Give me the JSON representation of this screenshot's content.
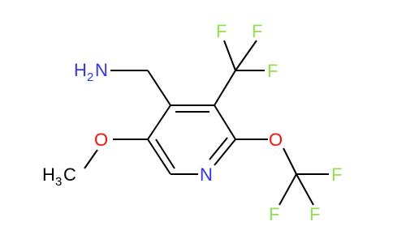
{
  "molecule": {
    "atoms": {
      "nh2_n": "N",
      "nh2_h": "H",
      "nh2_sub": "2",
      "cf3_top_f1": "F",
      "cf3_top_f2": "F",
      "cf3_top_f3": "F",
      "ome_o": "O",
      "ome_c": "C",
      "ome_h": "H",
      "ome_sub": "3",
      "ring_n": "N",
      "ocf3_o": "O",
      "ocf3_f1": "F",
      "ocf3_f2": "F",
      "ocf3_f3": "F"
    },
    "colors": {
      "bond": "#000000",
      "nitrogen": "#3333FF",
      "oxygen": "#FF0D0D",
      "fluorine": "#90E050"
    }
  }
}
